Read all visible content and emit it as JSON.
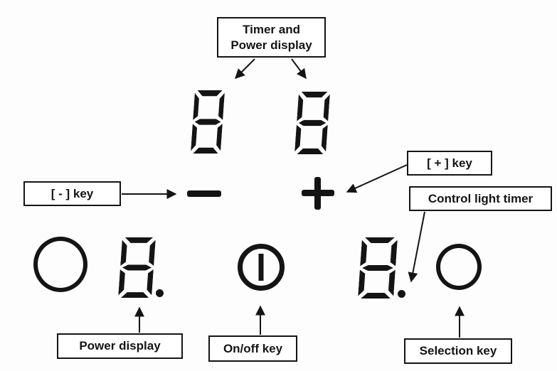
{
  "colors": {
    "ink": "#141414",
    "background": "#fdfdfd",
    "box_fill": "#ffffff"
  },
  "callouts": {
    "timer_power_display": {
      "line1": "Timer and",
      "line2": "Power display"
    },
    "minus_key": "[ - ] key",
    "plus_key": "[ + ] key",
    "control_light_timer": "Control light timer",
    "power_display": "Power display",
    "on_off_key": "On/off key",
    "selection_key": "Selection key"
  },
  "display": {
    "timer_digit_left": "8",
    "timer_digit_right": "8",
    "power_digit_left": "8.",
    "power_digit_right": "8."
  },
  "icons": {
    "minus_key": {
      "name": "minus-icon",
      "glyph": "−"
    },
    "plus_key": {
      "name": "plus-icon",
      "glyph": "+"
    },
    "on_off_key": {
      "name": "power-icon",
      "glyph": "⏽"
    },
    "power_display_ring": {
      "name": "circle-icon",
      "glyph": "○"
    },
    "selection_key_ring": {
      "name": "circle-icon",
      "glyph": "○"
    },
    "timer_control_light": {
      "name": "dot-icon",
      "glyph": "•"
    }
  }
}
